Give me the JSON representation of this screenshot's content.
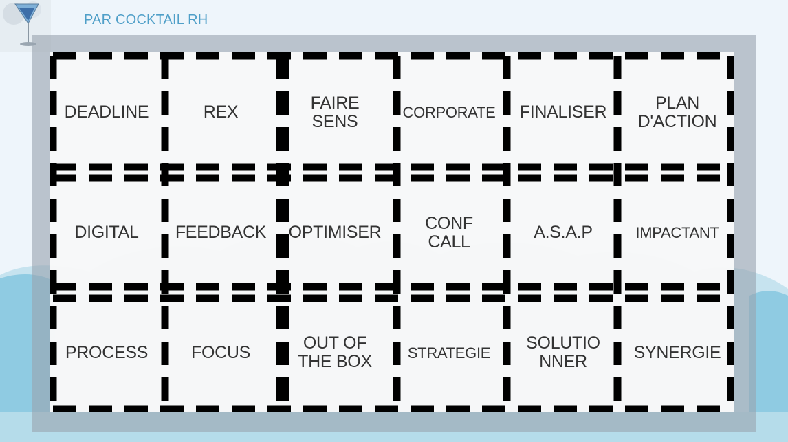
{
  "header": {
    "title": "PAR COCKTAIL RH"
  },
  "logo": {
    "icon": "cocktail-glass-icon"
  },
  "colors": {
    "title": "#4f9fc8",
    "frame": "#9aa5b0",
    "wave": "#8fcbe2",
    "dash": "#000000"
  },
  "board": {
    "rows": [
      [
        "DEADLINE",
        "REX",
        "FAIRE\nSENS",
        "CORPORATE",
        "FINALISER",
        "PLAN\nD'ACTION"
      ],
      [
        "DIGITAL",
        "FEEDBACK",
        "OPTIMISER",
        "CONF\nCALL",
        "A.S.A.P",
        "IMPACTANT"
      ],
      [
        "PROCESS",
        "FOCUS",
        "OUT OF\nTHE BOX",
        "STRATEGIE",
        "SOLUTIO\nNNER",
        "SYNERGIE"
      ]
    ]
  }
}
